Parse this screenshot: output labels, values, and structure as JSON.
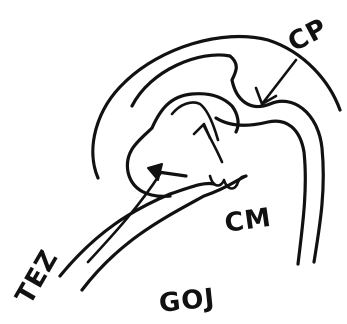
{
  "diagram": {
    "labels": {
      "cp": "CP",
      "cm": "CM",
      "tez": "TEZ",
      "goj": "GOJ"
    },
    "ink_color": "#111111",
    "background_color": "#ffffff"
  }
}
